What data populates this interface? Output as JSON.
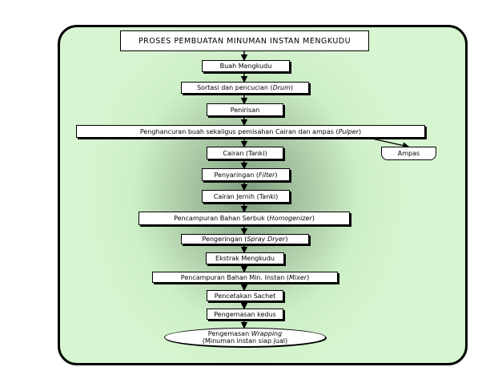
{
  "title": "PROSES  PEMBUATAN  MINUMAN INSTAN MENGKUDU",
  "steps": [
    {
      "text": "Buah Mengkudu",
      "em": ""
    },
    {
      "text": "Sortasi dan pencucian (",
      "em": "Drum",
      "tail": ")"
    },
    {
      "text": "Penirisan",
      "em": ""
    },
    {
      "text": "Penghancuran buah sekaligus pemisahan Cairan dan ampas (",
      "em": "Pulper",
      "tail": ")"
    },
    {
      "text": "Cairan (Tanki)",
      "em": ""
    },
    {
      "text": "Penyaringan (",
      "em": "Filter",
      "tail": ")"
    },
    {
      "text": "Cairan Jernih (Tanki)",
      "em": ""
    },
    {
      "text": "Pencampuran Bahan Serbuk (",
      "em": "Homogenizer",
      "tail": ")"
    },
    {
      "text": "Pengeringan (",
      "em": "Spray Dryer",
      "tail": ")"
    },
    {
      "text": "Ekstrak Mengkudu",
      "em": ""
    },
    {
      "text": "Pencampuran Bahan Min. Instan (",
      "em": "Mixer",
      "tail": ")"
    },
    {
      "text": "Pencetakan Sachet",
      "em": ""
    },
    {
      "text": "Pengemasan kedus",
      "em": ""
    }
  ],
  "final": {
    "line1": "Pengemasan ",
    "line1_em": "Wrapping",
    "line2": "(Minuman instan siap jual)"
  },
  "side": {
    "text": "Ampas"
  }
}
